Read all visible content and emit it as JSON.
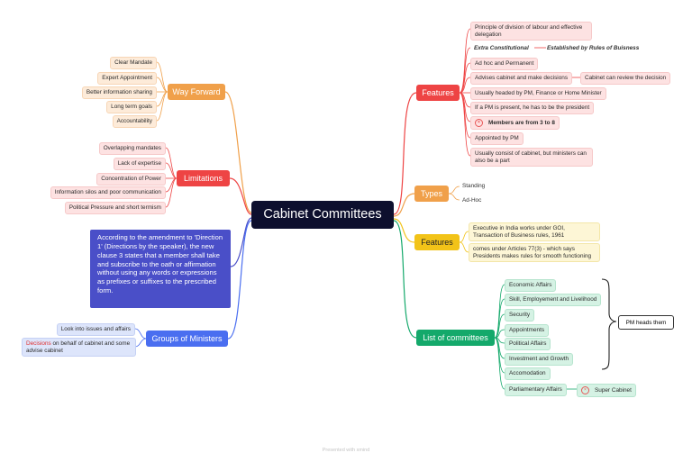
{
  "center": "Cabinet Committees",
  "way_forward": {
    "label": "Way Forward",
    "items": [
      "Clear Mandate",
      "Expert Appointment",
      "Better information sharing",
      "Long term goals",
      "Accountability"
    ]
  },
  "limitations": {
    "label": "Limitations",
    "items": [
      "Overlapping mandates",
      "Lack of expertise",
      "Concentration of Power",
      "Information silos and poor communication",
      "Political Pressure and short termism"
    ]
  },
  "note": "According to the amendment to 'Direction 1' (Directions by the speaker), the new clause 3 states that a member shall take and subscribe to the oath or affirmation without using any words or expressions as prefixes or suffixes to the prescribed form.",
  "groups_of_ministers": {
    "label": "Groups of Ministers",
    "item1": "Look into issues and affairs",
    "item2_highlight": "Decisions",
    "item2_rest": " on behalf of cabinet and some advise cabinet"
  },
  "features_main": {
    "label": "Features",
    "items": [
      "Principle of division of labour and effective delegation",
      "Extra Constitutional",
      "Ad hoc and Permanent",
      "Advises cabinet and make decisions",
      "Usually headed by PM, Finance or Home Minister",
      "If a PM is present, he has to be the president",
      "Members are from 3 to 8",
      "Appointed by PM",
      "Usually consist of cabinet, but ministers can also be a part"
    ],
    "established": "Established by Rules of Buisness",
    "review": "Cabinet can review the decision"
  },
  "types": {
    "label": "Types",
    "items": [
      "Standing",
      "Ad-Hoc"
    ]
  },
  "features_second": {
    "label": "Features",
    "items": [
      "Executive in India works under GOI, Transaction of Business rules, 1961",
      "comes under Articles 77(3) - which says Presidents makes rules for smooth functioning"
    ]
  },
  "list_of_committees": {
    "label": "List of committees",
    "items": [
      "Economic Affairs",
      "Skill, Employement and Livelihood",
      "Security",
      "Appointments",
      "Political Affairs",
      "Investment and Growth",
      "Accomodation",
      "Parliamentary Affairs"
    ],
    "super": "Super Cabinet",
    "pm_heads": "PM heads them"
  },
  "footer": "Presented with xmind",
  "colors": {
    "center": "#0d0f2e",
    "features": "#ee4444",
    "types": "#f0a04a",
    "features_second": "#f2c318",
    "list": "#14a96b",
    "groups": "#4a6ef0",
    "limitations": "#ee4444",
    "way_forward": "#f0a04a",
    "note": "#4a4fc8"
  }
}
